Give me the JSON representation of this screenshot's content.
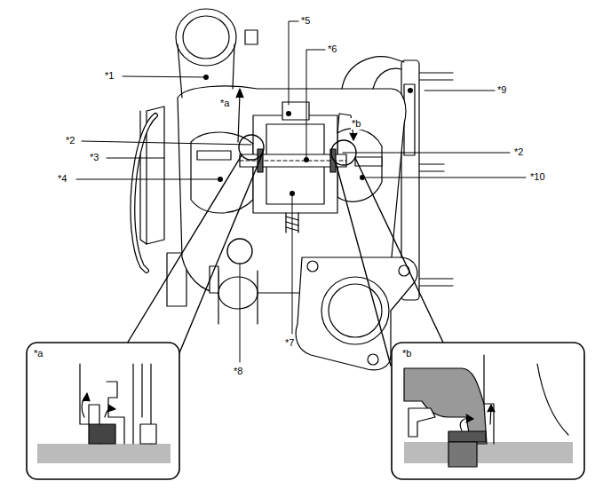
{
  "diagram": {
    "labels": [
      "*5",
      "*6",
      "*1",
      "*9",
      "*a",
      "*b",
      "*2",
      "*2",
      "*3",
      "*4",
      "*10",
      "*7",
      "*8",
      "*a",
      "*b"
    ]
  }
}
